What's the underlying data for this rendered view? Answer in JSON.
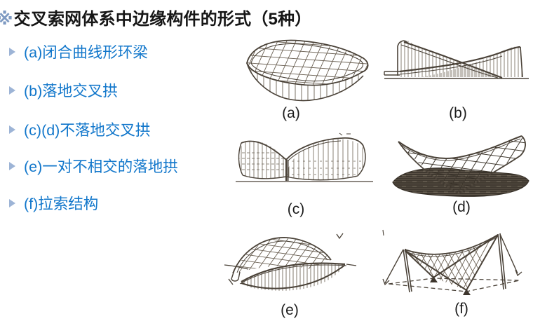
{
  "title": {
    "marker": "※",
    "text": "交叉索网体系中边缘构件的形式（5种）"
  },
  "bullets": {
    "items": [
      {
        "label": "(a)闭合曲线形环梁"
      },
      {
        "label": "(b)落地交叉拱"
      },
      {
        "label": "(c)(d)不落地交叉拱"
      },
      {
        "label": "(e)一对不相交的落地拱"
      },
      {
        "label": "(f)拉索结构"
      }
    ]
  },
  "figures": [
    {
      "label": "(a)"
    },
    {
      "label": "(b)"
    },
    {
      "label": "(c)"
    },
    {
      "label": "(d)"
    },
    {
      "label": "(e)"
    },
    {
      "label": "(f)"
    }
  ],
  "colors": {
    "bullet_text": "#1277cb",
    "bullet_marker": "#9db4d6",
    "title_text": "#161616",
    "title_marker": "#7e9ac2",
    "figure_label_text": "#1c1c1c",
    "sketch_ink": "#4a4238"
  }
}
